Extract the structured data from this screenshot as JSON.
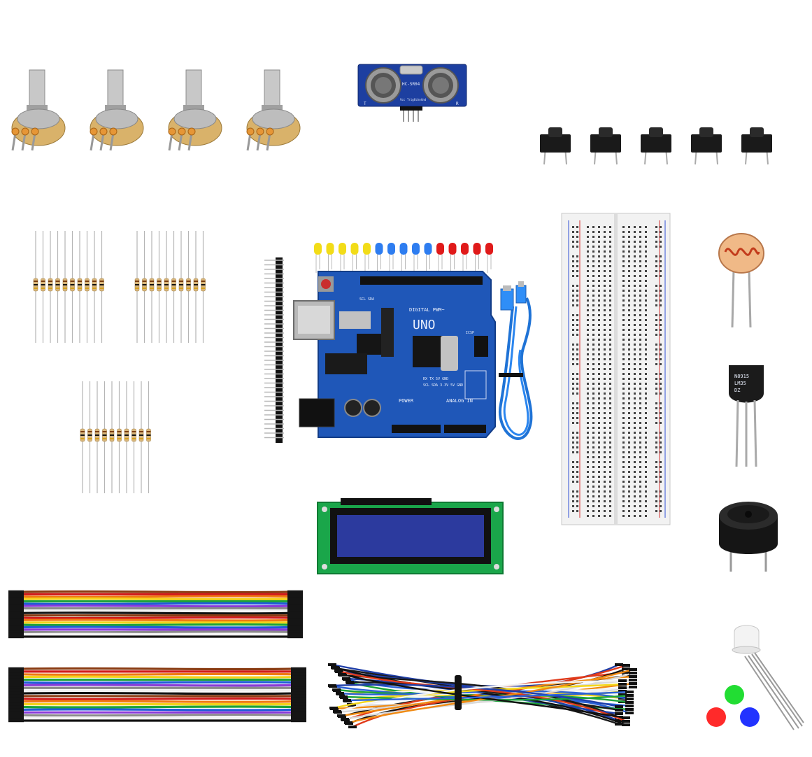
{
  "board": {
    "brand_label": "UNO",
    "header_label": "DIGITAL PWM~",
    "power_label": "POWER",
    "analog_label": "ANALOG IN",
    "pins_label": "RX TX 5V GND",
    "pins_label2": "SCL SDA 3.3V 5V GND",
    "sda_label": "SCL SDA",
    "chip_label": "ICSP"
  },
  "ultrasonic": {
    "label": "HC-SR04",
    "pins": [
      "Vcc",
      "Trig",
      "Echo",
      "Gnd"
    ],
    "t_label": "T",
    "r_label": "R"
  },
  "transistor": {
    "label_line1": "N8915",
    "label_line2": "LM35",
    "label_line3": "DZ"
  },
  "colors": {
    "board_blue": "#1f57b8",
    "led_yellow": "#f2dc18",
    "led_blue": "#2e7df0",
    "led_red": "#e01a1a",
    "rgb_red": "#ff2a2a",
    "rgb_green": "#22dd33",
    "rgb_blue": "#2233ff",
    "lcd_green": "#1aa64a",
    "lcd_screen": "#2c3a9e"
  },
  "components": {
    "potentiometers": 4,
    "push_buttons": 5,
    "resistor_bundles": 3,
    "resistors_per_bundle": 10,
    "leds": [
      "yellow",
      "yellow",
      "yellow",
      "yellow",
      "yellow",
      "blue",
      "blue",
      "blue",
      "blue",
      "blue",
      "red",
      "red",
      "red",
      "red",
      "red"
    ],
    "jumper_colors": [
      "#8a3b12",
      "#d11c1c",
      "#f07a12",
      "#f4d21a",
      "#1ca33a",
      "#1f5cd8",
      "#8a3ad8",
      "#8a8a8a",
      "#f2f2f2",
      "#111111"
    ]
  }
}
